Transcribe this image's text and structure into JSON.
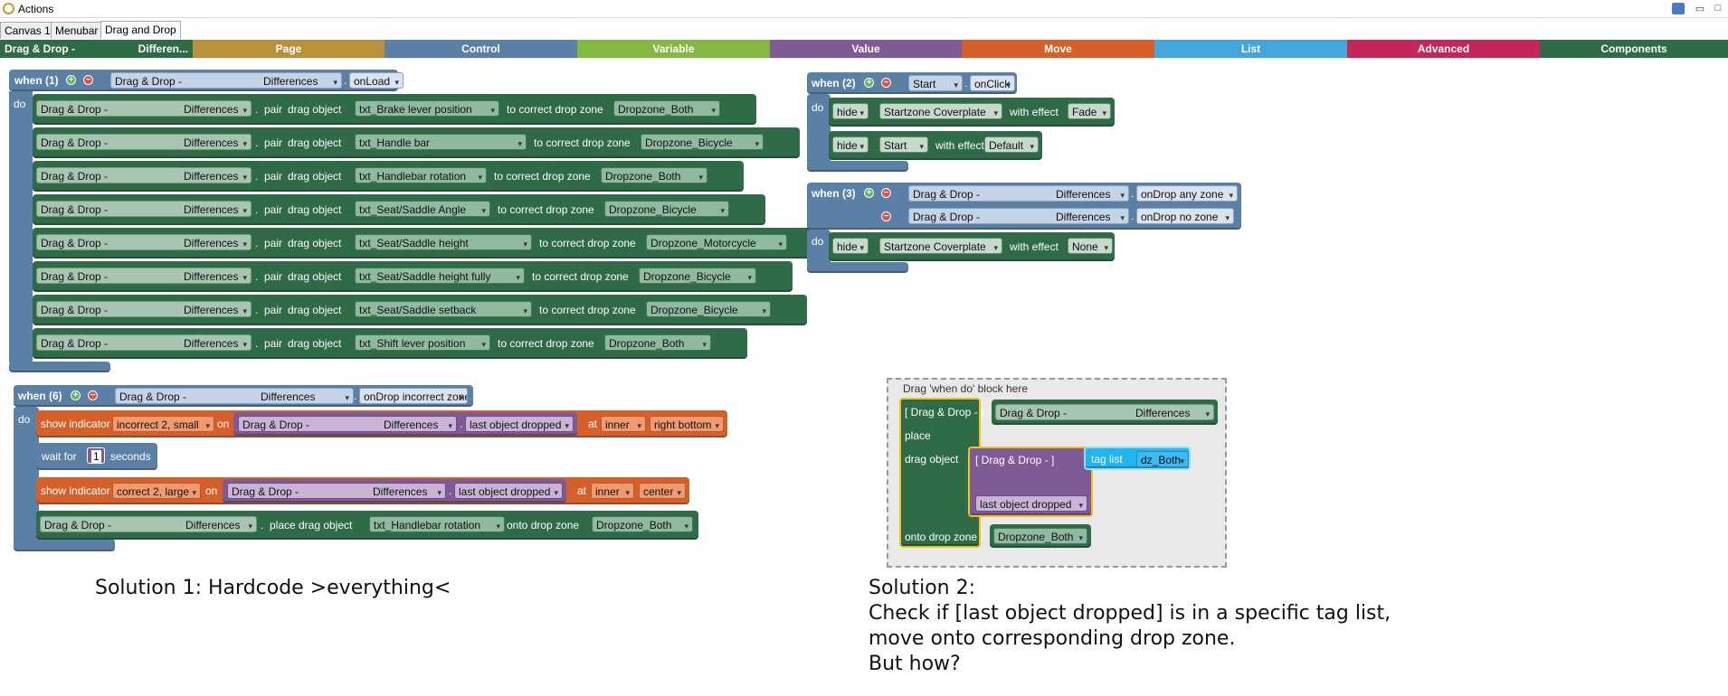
{
  "window": {
    "title": "Actions"
  },
  "tabs": [
    {
      "label": "Canvas 1"
    },
    {
      "label": "Menubar"
    },
    {
      "label": "Drag and Drop"
    }
  ],
  "categories": [
    {
      "label": "Drag & Drop - ",
      "color": "#2e6b46"
    },
    {
      "label": "Differen...",
      "color": "#2e6b46"
    },
    {
      "label": "Page",
      "color": "#b7923b"
    },
    {
      "label": "Control",
      "color": "#5b80a5"
    },
    {
      "label": "Variable",
      "color": "#84b842"
    },
    {
      "label": "Value",
      "color": "#7e5b94"
    },
    {
      "label": "Move",
      "color": "#d5602a"
    },
    {
      "label": "List",
      "color": "#45a6dc"
    },
    {
      "label": "Advanced",
      "color": "#c4255a"
    },
    {
      "label": "Components",
      "color": "#2e6b46"
    }
  ],
  "common": {
    "comp_a": "Drag & Drop - ",
    "comp_b": "Differences",
    "dot": ".",
    "do": "do",
    "pair": "pair",
    "drag_object": "drag object",
    "to_correct": "to correct drop zone",
    "hide": "hide",
    "with_effect": "with effect"
  },
  "block1": {
    "when": "when (1)",
    "event": "onLoad",
    "rows": [
      {
        "obj": "txt_Brake lever position",
        "zone": "Dropzone_Both"
      },
      {
        "obj": "txt_Handle bar",
        "zone": "Dropzone_Bicycle"
      },
      {
        "obj": "txt_Handlebar rotation",
        "zone": "Dropzone_Both"
      },
      {
        "obj": "txt_Seat/Saddle Angle",
        "zone": "Dropzone_Bicycle"
      },
      {
        "obj": "txt_Seat/Saddle height",
        "zone": "Dropzone_Motorcycle"
      },
      {
        "obj": "txt_Seat/Saddle height fully",
        "zone": "Dropzone_Bicycle"
      },
      {
        "obj": "txt_Seat/Saddle setback",
        "zone": "Dropzone_Bicycle"
      },
      {
        "obj": "txt_Shift lever position",
        "zone": "Dropzone_Both"
      }
    ]
  },
  "block6": {
    "when": "when (6)",
    "event": "onDrop incorrect zone",
    "show_indicator": "show indicator",
    "ind1": "incorrect 2, small",
    "on": "on",
    "last_obj": "last object dropped",
    "at": "at",
    "inner": "inner",
    "pos1": "right bottom",
    "wait_for": "wait for",
    "wait_val": "1",
    "seconds": "seconds",
    "ind2": "correct 2, large",
    "pos2": "center",
    "place": "place",
    "place_obj": "txt_Handlebar rotation",
    "onto": "onto drop zone",
    "place_zone": "Dropzone_Both"
  },
  "block2": {
    "when": "when (2)",
    "comp": "Start",
    "event": "onClick",
    "target1": "Startzone Coverplate",
    "effect1": "Fade",
    "target2": "Start",
    "effect2": "Default"
  },
  "block3": {
    "when": "when (3)",
    "event1": "onDrop any zone",
    "event2": "onDrop no zone",
    "target": "Startzone Coverplate",
    "effect": "None"
  },
  "dropzone": {
    "hint": "Drag 'when do' block here",
    "bracket": "[ Drag & Drop - ]",
    "bracket2": "[ Drag & Drop - ]",
    "place": "place",
    "drag_object": "drag object",
    "tag_list": "tag list",
    "tag_val": "dz_Both",
    "last_obj": "last object dropped",
    "onto": "onto drop zone",
    "zone": "Dropzone_Both"
  },
  "notes": {
    "sol1": "Solution 1: Hardcode >everything<",
    "sol2_l1": "Solution 2:",
    "sol2_l2": "Check if [last object dropped] is in a specific tag list,",
    "sol2_l3": "move onto corresponding drop zone.",
    "sol2_l4": "But how?"
  }
}
